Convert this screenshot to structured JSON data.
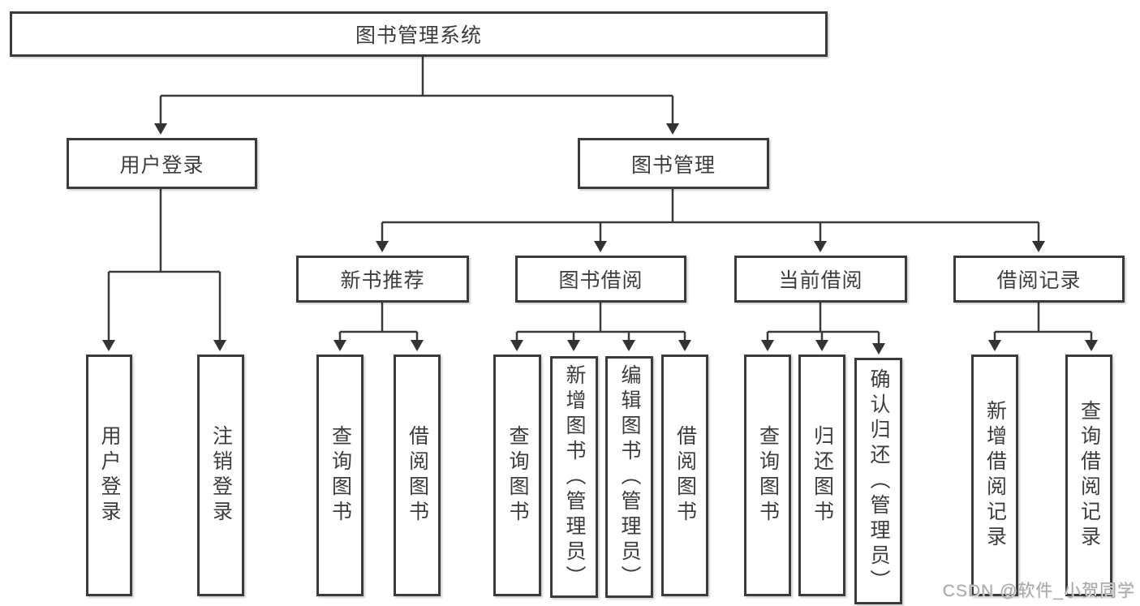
{
  "diagram": {
    "root": {
      "label": "图书管理系统"
    },
    "branches": [
      {
        "label": "用户登录",
        "children": [
          {
            "label": "用户登录"
          },
          {
            "label": "注销登录"
          }
        ]
      },
      {
        "label": "图书管理",
        "children": [
          {
            "label": "新书推荐",
            "children": [
              {
                "label": "查询图书"
              },
              {
                "label": "借阅图书"
              }
            ]
          },
          {
            "label": "图书借阅",
            "children": [
              {
                "label": "查询图书"
              },
              {
                "label": "新增图书（管理员）"
              },
              {
                "label": "编辑图书（管理员）"
              },
              {
                "label": "借阅图书"
              }
            ]
          },
          {
            "label": "当前借阅",
            "children": [
              {
                "label": "查询图书"
              },
              {
                "label": "归还图书"
              },
              {
                "label": "确认归还（管理员）"
              }
            ]
          },
          {
            "label": "借阅记录",
            "children": [
              {
                "label": "新增借阅记录"
              },
              {
                "label": "查询借阅记录"
              }
            ]
          }
        ]
      }
    ]
  },
  "watermark": {
    "text": "CSDN @软件_小贺同学"
  },
  "colors": {
    "line": "#3a3a3a",
    "box_border": "#3b3b3b",
    "text": "#3d3d3d",
    "watermark": "#a8a8a8",
    "background": "#ffffff"
  }
}
